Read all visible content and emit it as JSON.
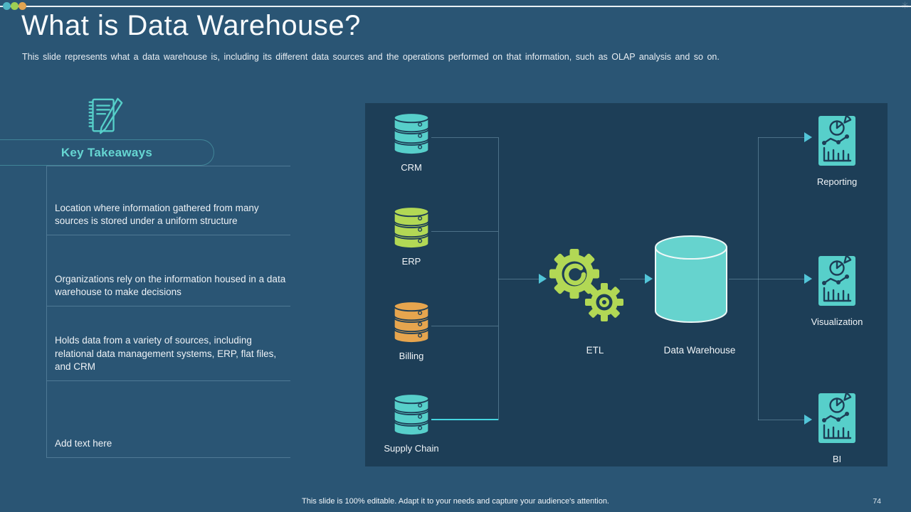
{
  "slide": {
    "title": "What is Data Warehouse?",
    "subtitle": "This slide represents what a data warehouse is, including its different data sources and the operations performed on that information, such as OLAP analysis and so on.",
    "footer_note": "This slide is 100% editable. Adapt it to your needs and capture your audience's attention.",
    "page_number": "74",
    "corner_glyph": "✳"
  },
  "header_dots": [
    "#4fb7c4",
    "#9fcf54",
    "#e0a452"
  ],
  "key_takeaways": {
    "heading": "Key Takeaways",
    "icon": "notepad-pencil-icon",
    "items": [
      "Location where information gathered from many sources is stored under a uniform structure",
      "Organizations rely on the information housed in a data warehouse to make decisions",
      "Holds data from a variety of sources, including relational data management systems, ERP, flat files, and CRM",
      "Add text here"
    ]
  },
  "diagram": {
    "sources": [
      {
        "label": "CRM",
        "icon": "database-icon",
        "color": "#57cfca"
      },
      {
        "label": "ERP",
        "icon": "database-icon",
        "color": "#b2d855"
      },
      {
        "label": "Billing",
        "icon": "database-icon",
        "color": "#e6a54e"
      },
      {
        "label": "Supply Chain",
        "icon": "database-icon",
        "color": "#57cfca"
      }
    ],
    "etl": {
      "label": "ETL",
      "icon": "gears-icon"
    },
    "warehouse": {
      "label": "Data Warehouse",
      "icon": "cylinder-icon"
    },
    "outputs": [
      {
        "label": "Reporting",
        "icon": "analytics-document-icon"
      },
      {
        "label": "Visualization",
        "icon": "analytics-document-icon"
      },
      {
        "label": "BI",
        "icon": "analytics-document-icon"
      }
    ]
  },
  "colors": {
    "bg": "#2a5574",
    "panel": "#1d3e57",
    "teal": "#57cfca",
    "green": "#b2d855",
    "orange": "#e6a54e",
    "accent": "#66d6d2",
    "arrow": "#52c5d8",
    "bright": "#45d5e0",
    "text": "#eef2f6"
  }
}
